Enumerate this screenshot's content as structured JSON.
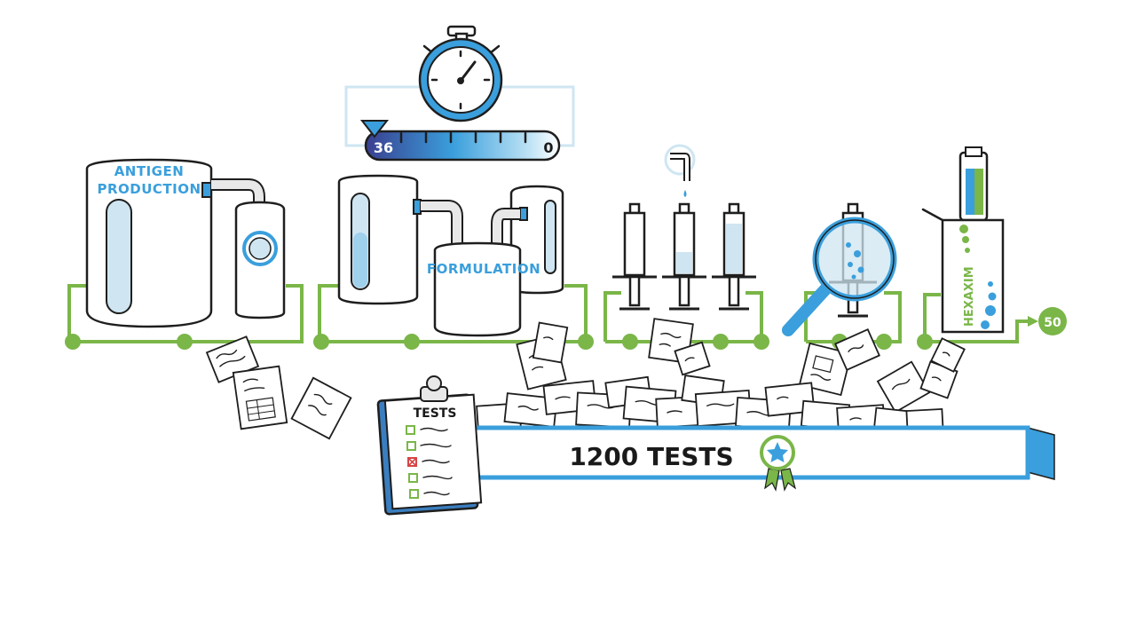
{
  "timer": {
    "start_value": "36",
    "end_value": "0"
  },
  "stages": {
    "antigen_label_line1": "ANTIGEN",
    "antigen_label_line2": "PRODUCTION",
    "formulation_label": "FORMULATION",
    "product_name": "HEXAXIM",
    "output_count": "50"
  },
  "tests": {
    "clipboard_title": "TESTS",
    "banner_text": "1200 TESTS"
  },
  "colors": {
    "accent_blue": "#3a9fdc",
    "accent_green": "#7ab648",
    "timer_dark": "#3a3f8f",
    "liquid_light": "#cfe6f2"
  },
  "icons": [
    "stopwatch-icon",
    "magnifier-icon",
    "award-ribbon-icon",
    "clipboard-icon",
    "checkbox-icon"
  ]
}
